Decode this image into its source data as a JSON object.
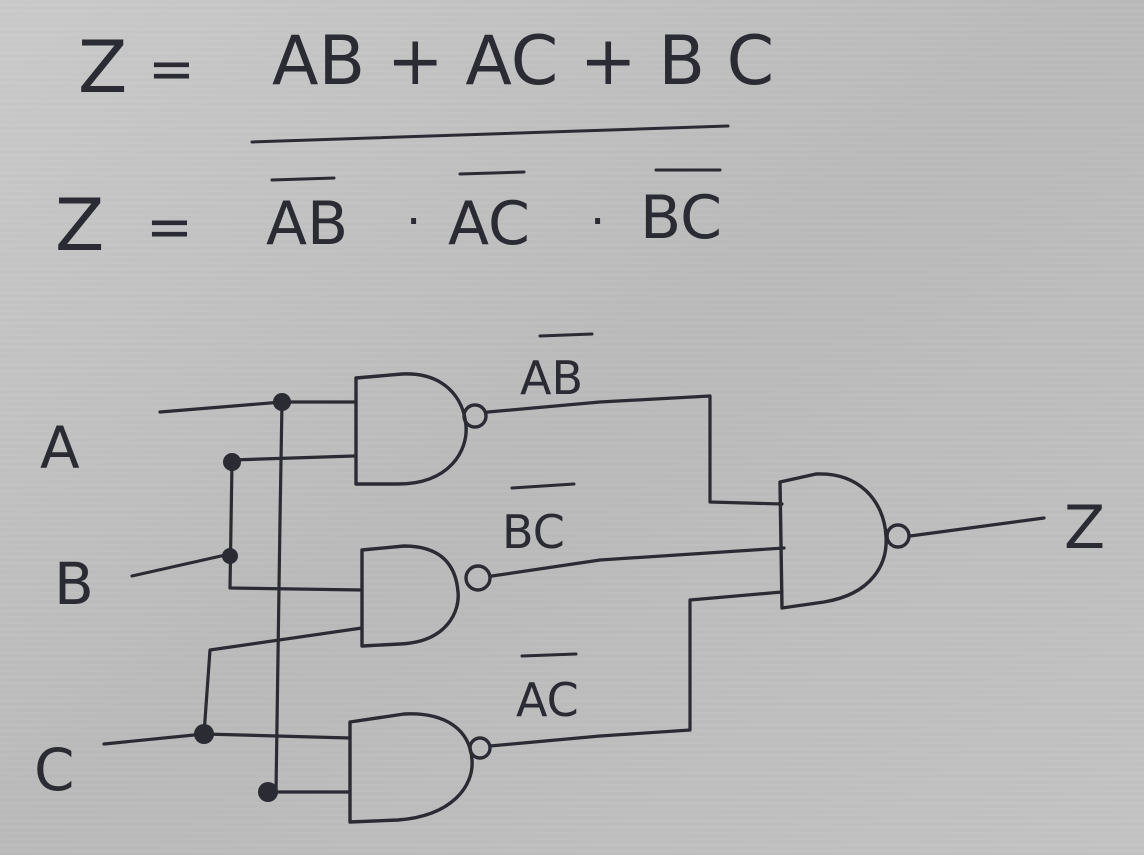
{
  "equations": {
    "line1": {
      "lhs": "Z",
      "eq": "=",
      "rhs": "AB + AC + B C"
    },
    "line2": {
      "lhs": "Z",
      "eq": "=",
      "terms": [
        "AB",
        "AC",
        "BC"
      ],
      "dot": "·"
    }
  },
  "circuit": {
    "inputs": [
      "A",
      "B",
      "C"
    ],
    "gate_outputs": [
      "AB",
      "BC",
      "AC"
    ],
    "output": "Z"
  },
  "colors": {
    "ink": "#2b2b33",
    "paper": "#bdbdbd"
  }
}
